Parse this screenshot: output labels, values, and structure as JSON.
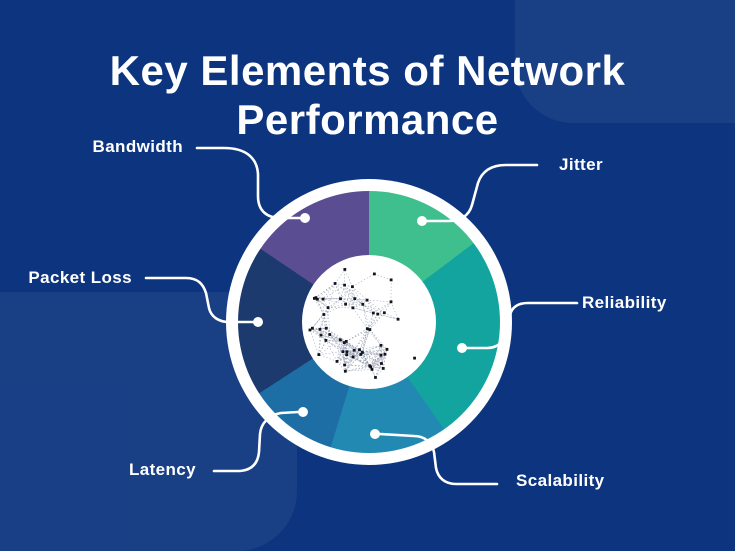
{
  "title": {
    "text": "Key Elements of Network Performance"
  },
  "chart": {
    "type": "donut",
    "center_decoration": "network-mesh",
    "segments": [
      {
        "label": "Jitter",
        "color": "#3fbf8e",
        "start_deg": 0,
        "end_deg": 53
      },
      {
        "label": "Reliability",
        "color": "#13a4a0",
        "start_deg": 53,
        "end_deg": 145
      },
      {
        "label": "Scalability",
        "color": "#2289b2",
        "start_deg": 145,
        "end_deg": 197
      },
      {
        "label": "Latency",
        "color": "#1e6ea6",
        "start_deg": 197,
        "end_deg": 237
      },
      {
        "label": "Packet Loss",
        "color": "#1c3a6e",
        "start_deg": 237,
        "end_deg": 304
      },
      {
        "label": "Bandwidth",
        "color": "#5a4d91",
        "start_deg": 304,
        "end_deg": 360
      }
    ]
  },
  "labels": {
    "bandwidth": "Bandwidth",
    "jitter": "Jitter",
    "packet_loss": "Packet Loss",
    "reliability": "Reliability",
    "latency": "Latency",
    "scalability": "Scalability"
  },
  "colors": {
    "background": "#0d357f",
    "text": "#ffffff",
    "ring": "#ffffff",
    "leader_line": "#ffffff"
  }
}
